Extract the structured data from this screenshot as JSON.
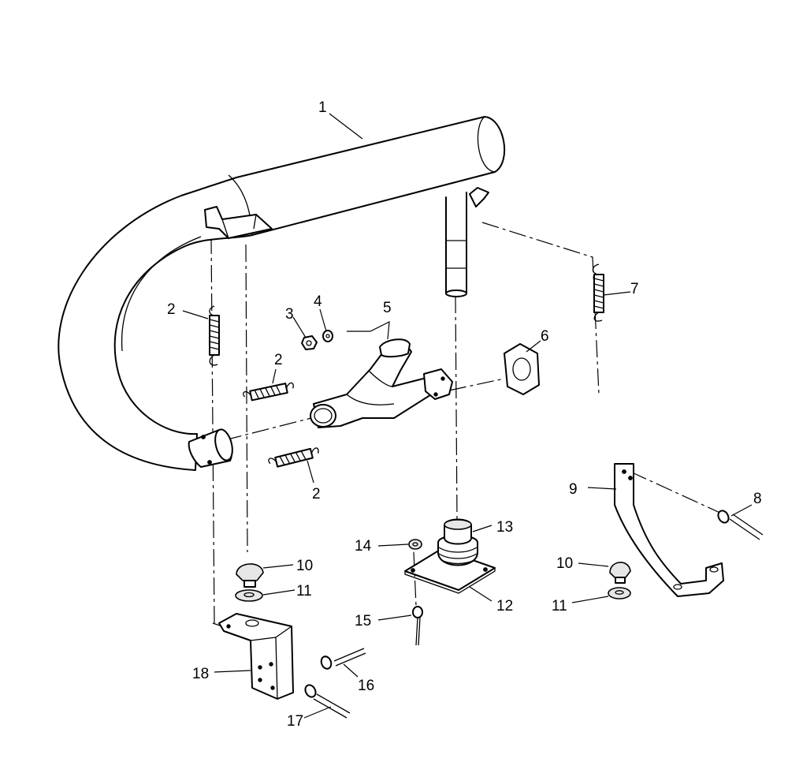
{
  "diagram": {
    "callouts": [
      {
        "id": "c1",
        "text": "1"
      },
      {
        "id": "c2a",
        "text": "2"
      },
      {
        "id": "c2b",
        "text": "2"
      },
      {
        "id": "c2c",
        "text": "2"
      },
      {
        "id": "c3",
        "text": "3"
      },
      {
        "id": "c4",
        "text": "4"
      },
      {
        "id": "c5",
        "text": "5"
      },
      {
        "id": "c6",
        "text": "6"
      },
      {
        "id": "c7",
        "text": "7"
      },
      {
        "id": "c8",
        "text": "8"
      },
      {
        "id": "c9",
        "text": "9"
      },
      {
        "id": "c10a",
        "text": "10"
      },
      {
        "id": "c10b",
        "text": "10"
      },
      {
        "id": "c11a",
        "text": "11"
      },
      {
        "id": "c11b",
        "text": "11"
      },
      {
        "id": "c12",
        "text": "12"
      },
      {
        "id": "c13",
        "text": "13"
      },
      {
        "id": "c14",
        "text": "14"
      },
      {
        "id": "c15",
        "text": "15"
      },
      {
        "id": "c16",
        "text": "16"
      },
      {
        "id": "c17",
        "text": "17"
      },
      {
        "id": "c18",
        "text": "18"
      }
    ]
  }
}
